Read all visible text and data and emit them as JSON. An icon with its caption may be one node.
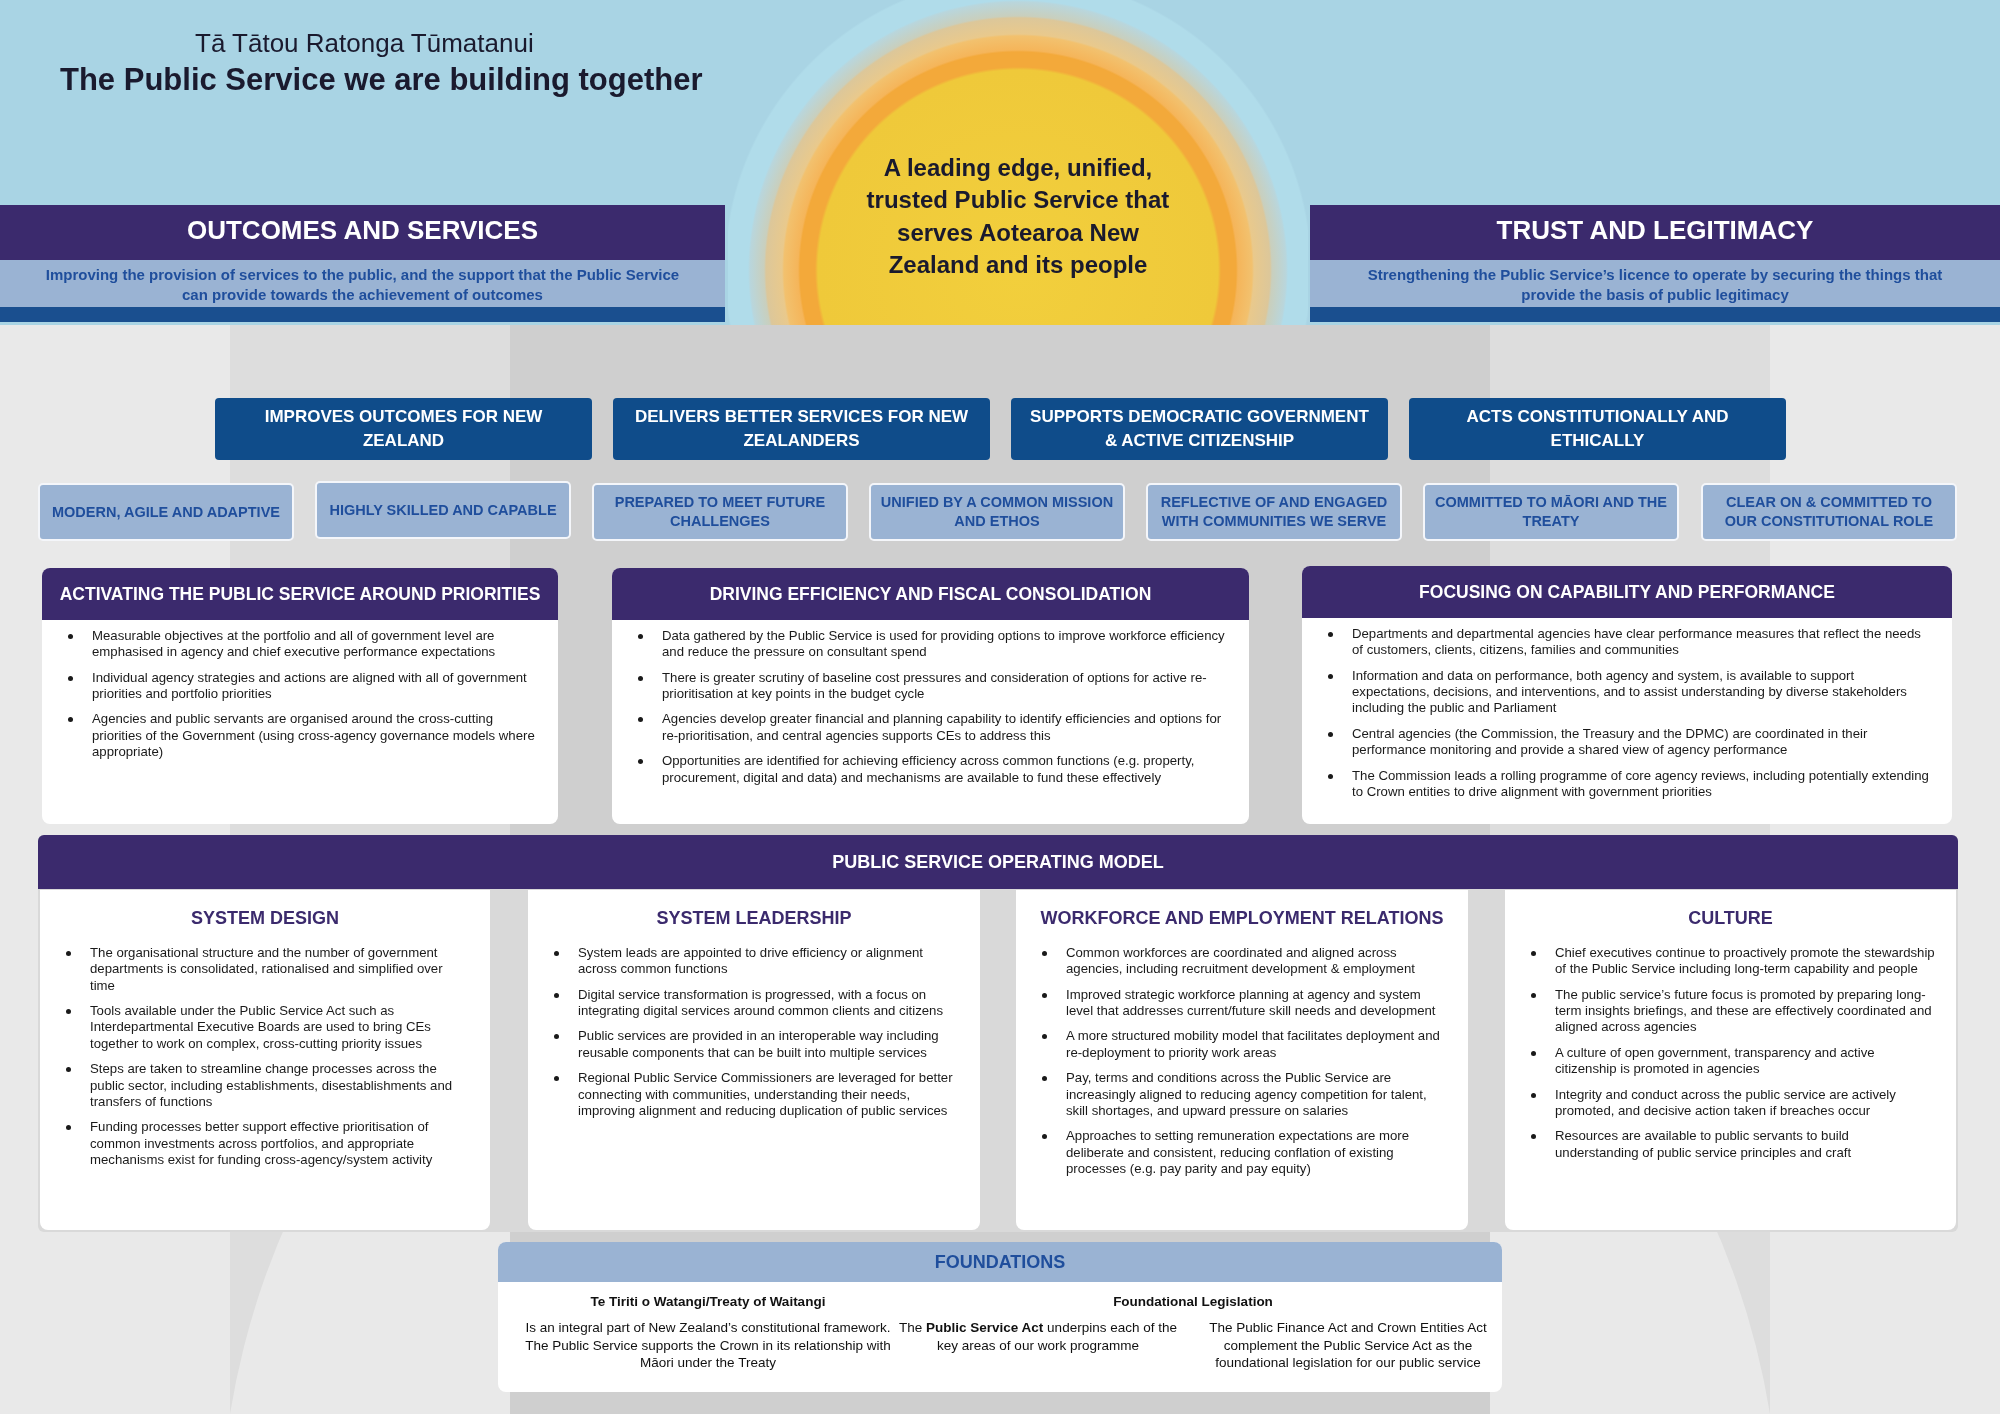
{
  "diagram": {
    "title": "The Public Service we are building together",
    "nodes": [
      {
        "text": [
          "A leading edge, unified, trusted Public Service that serves Aotearoa New Zealand and its people"
        ]
      },
      {
        "text": [
          "OUTCOMES AND SERVICES",
          "Improving the provision of services to the public, and the support that the Public Service can provide towards the achievement of outcomes"
        ]
      },
      {
        "text": [
          "TRUST AND LEGITIMACY",
          "Strengthening the Public Service’s licence to operate by securing the things that provide the basis of public legitimacy"
        ]
      },
      {
        "text": [
          "IMPROVES OUTCOMES FOR NEW ZEALAND"
        ]
      },
      {
        "text": [
          "DELIVERS BETTER SERVICES FOR NEW ZEALANDERS"
        ]
      },
      {
        "text": [
          "SUPPORTS DEMOCRATIC GOVERNMENT & ACTIVE CITIZENSHIP"
        ]
      },
      {
        "text": [
          "ACTS CONSTITUTIONALLY AND ETHICALLY"
        ]
      },
      {
        "text": [
          "MODERN, AGILE AND ADAPTIVE"
        ]
      },
      {
        "text": [
          "HIGHLY SKILLED AND CAPABLE"
        ]
      },
      {
        "text": [
          "PREPARED TO MEET FUTURE CHALLENGES"
        ]
      },
      {
        "text": [
          "UNIFIED BY A COMMON MISSION AND ETHOS"
        ]
      },
      {
        "text": [
          "REFLECTIVE OF AND ENGAGED WITH COMMUNITIES WE SERVE"
        ]
      },
      {
        "text": [
          "COMMITTED TO MĀORI AND THE TREATY"
        ]
      },
      {
        "text": [
          "CLEAR ON & COMMITTED TO OUR CONSTITUTIONAL ROLE"
        ]
      },
      {
        "text": [
          "ACTIVATING THE PUBLIC SERVICE AROUND PRIORITIES",
          "Measurable objectives at the portfolio and all of government level are emphasised in agency and chief executive performance expectations",
          "Individual agency strategies and actions are aligned with all of government priorities and portfolio priorities",
          "Agencies and public servants are organised around the cross-cutting priorities of the Government (using cross-agency governance models where appropriate)"
        ]
      },
      {
        "text": [
          "DRIVING EFFICIENCY AND FISCAL CONSOLIDATION",
          "Data gathered by the Public Service is used for providing options to improve workforce efficiency and reduce the pressure on consultant spend",
          "There is greater scrutiny of baseline cost pressures and consideration of options for active re-prioritisation at key points in the budget cycle",
          "Agencies develop greater financial and planning capability to identify efficiencies and options for re-prioritisation, and central agencies supports CEs to address this",
          "Opportunities are identified for achieving efficiency across common functions (e.g. property, procurement, digital and data) and mechanisms are available to fund these effectively"
        ]
      },
      {
        "text": [
          "FOCUSING ON CAPABILITY AND PERFORMANCE",
          "Departments and departmental agencies have clear performance measures that reflect the needs of customers, clients, citizens, families and communities",
          "Information and data on performance, both agency and system, is available to support expectations, decisions, and interventions, and to assist understanding by diverse stakeholders including the public and Parliament",
          "Central agencies (the Commission, the Treasury and the DPMC) are coordinated in their performance monitoring and provide a shared view of agency performance",
          "The Commission leads a rolling programme of core agency reviews, including potentially extending to Crown entities to drive alignment with government priorities"
        ]
      },
      {
        "text": [
          "PUBLIC SERVICE OPERATING MODEL"
        ]
      },
      {
        "text": [
          "SYSTEM DESIGN",
          "The organisational structure and the number of government departments is consolidated, rationalised and simplified over time",
          "Tools available under the Public Service Act such as Interdepartmental Executive Boards are used to bring CEs together to work on complex, cross-cutting priority issues",
          "Steps are taken to streamline change processes across the public sector, including establishments, disestablishments and transfers of functions",
          "Funding processes better support effective prioritisation of common investments across portfolios, and appropriate mechanisms exist for funding cross-agency/system activity"
        ],
        "in": 17
      },
      {
        "text": [
          "SYSTEM LEADERSHIP",
          "System leads are appointed to drive efficiency or alignment across common functions",
          "Digital service transformation is progressed, with a focus on integrating digital services around common clients and citizens",
          "Public services are provided in an interoperable way including reusable components that can be built into multiple services",
          "Regional Public Service Commissioners are leveraged for better connecting with communities, understanding their needs, improving alignment and reducing duplication of public services"
        ],
        "in": 17
      },
      {
        "text": [
          "WORKFORCE AND EMPLOYMENT RELATIONS",
          "Common workforces are coordinated and aligned across agencies, including recruitment development & employment",
          "Improved strategic workforce planning at agency and system level that addresses current/future skill needs and development",
          "A more structured mobility model that facilitates deployment and re-deployment to priority work areas",
          "Pay, terms and conditions across the Public Service are increasingly aligned to reducing agency competition for talent, skill shortages, and upward pressure on salaries",
          "Approaches to setting remuneration expectations are more deliberate and consistent, reducing conflation of existing processes (e.g. pay parity and pay equity)"
        ],
        "in": 17
      },
      {
        "text": [
          "CULTURE",
          "Chief executives continue to proactively promote the stewardship of the Public Service including long-term capability and people",
          "The public service’s future focus is promoted by preparing long-term insights briefings, and these are effectively coordinated and aligned across agencies",
          "A culture of open government, transparency and active citizenship is promoted in agencies",
          "Integrity and conduct across the public service are actively promoted, and decisive action taken if breaches occur",
          "Resources are available to public servants to build understanding of public service principles and craft"
        ],
        "in": 17
      },
      {
        "text": [
          "FOUNDATIONS"
        ]
      },
      {
        "text": [
          "Te Tiriti o Watangi/Treaty of Waitangi",
          "Is an integral part of New Zealand’s constitutional framework. The Public Service supports the Crown in its relationship with Māori under the Treaty"
        ],
        "in": 22
      },
      {
        "text": [
          "Foundational Legislation",
          "The **Public Service Act** underpins each of the key areas of our work programme",
          "The Public Finance Act and Crown Entities Act complement the Public Service Act as the foundational legislation for our public service"
        ],
        "in": 22
      }
    ],
    "labels": [
      "Tā Tātou Ratonga Tūmatanui"
    ]
  }
}
